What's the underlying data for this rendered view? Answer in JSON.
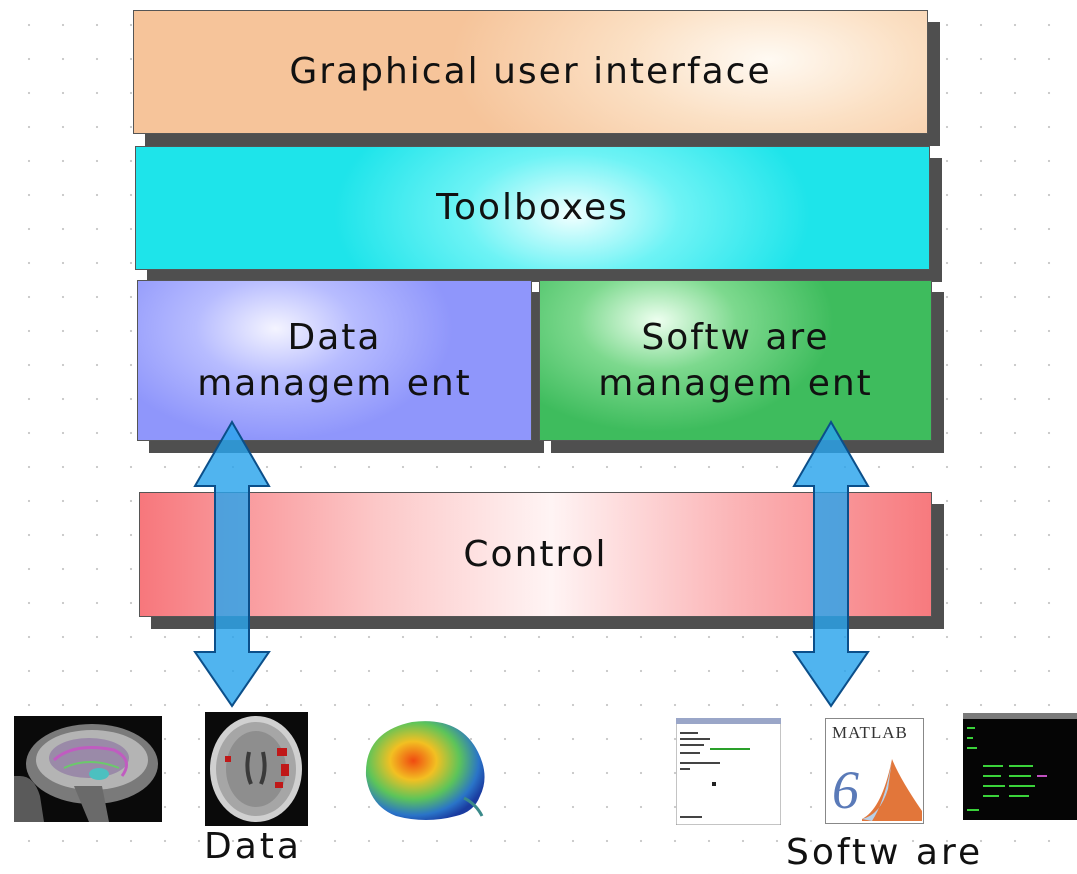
{
  "layers": {
    "gui": "Graphical user interface",
    "toolboxes": "Toolboxes",
    "data_management": [
      "Data",
      "managem ent"
    ],
    "software_management": [
      "Softw are",
      "managem ent"
    ],
    "control": "Control"
  },
  "captions": {
    "data": "Data",
    "software": "Softw are"
  },
  "software_thumbs": {
    "matlab_logo": "MATLAB",
    "matlab_version": "6"
  },
  "colors": {
    "arrow": "#2aa3ec",
    "arrow_stroke": "#0b4f8a",
    "gui": "#f6c49a",
    "toolboxes": "#1ee4ea",
    "data_management": "#8f96fb",
    "software_management": "#3ebc5d",
    "control": "#f77a7e"
  }
}
